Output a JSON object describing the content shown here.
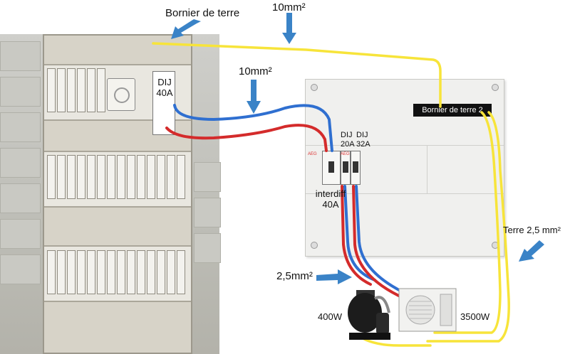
{
  "labels": {
    "bornier_terre": "Bornier de terre",
    "cable_10mm_top": "10mm²",
    "cable_10mm_mid": "10mm²",
    "dij_40a": "DIJ\n40A",
    "bornier_terre_2": "Bornier de terre 2",
    "dij_20a": "DIJ\n20A",
    "dij_32a": "DIJ\n32A",
    "interdiff_40a": "interdiff\n40A",
    "terre_25": "Terre 2,5 mm²",
    "cable_25": "2,5mm²",
    "pump_power": "400W",
    "heatpump_power": "3500W"
  },
  "brand_text": "AEG",
  "colors": {
    "earth_wire": "#f7e43a",
    "phase_wire": "#d42b2b",
    "neutral_wire": "#2f6fd0",
    "arrow": "#3a83c7"
  }
}
